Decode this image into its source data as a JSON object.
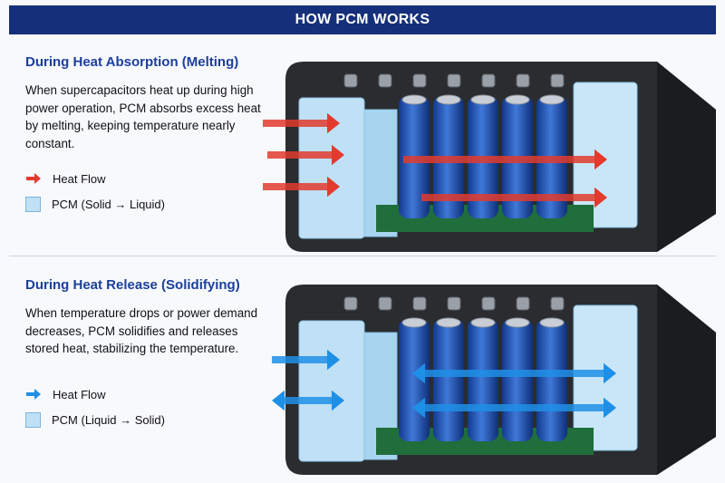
{
  "header": {
    "title": "HOW PCM WORKS"
  },
  "panels": [
    {
      "title": "During Heat Absorption (Melting)",
      "description": "When supercapacitors heat up during high power operation, PCM absorbs excess heat by melting, keeping temperature nearly constant.",
      "legend_flow": "Heat Flow",
      "legend_pcm": "PCM (Solid → Liquid)",
      "arrow_color": "#e23b2e"
    },
    {
      "title": "During Heat Release (Solidifying)",
      "description": "When temperature drops or power demand decreases, PCM solidifies and releases stored heat, stabilizing the temperature.",
      "legend_flow": "Heat Flow",
      "legend_pcm": "PCM (Liquid → Solid)",
      "arrow_color": "#1e8fe6"
    }
  ],
  "colors": {
    "header_bg": "#152f7a",
    "title_blue": "#1c3f9c",
    "pcm_fill": "#bfe0f5",
    "cell_blue": "#1d4fb8"
  }
}
